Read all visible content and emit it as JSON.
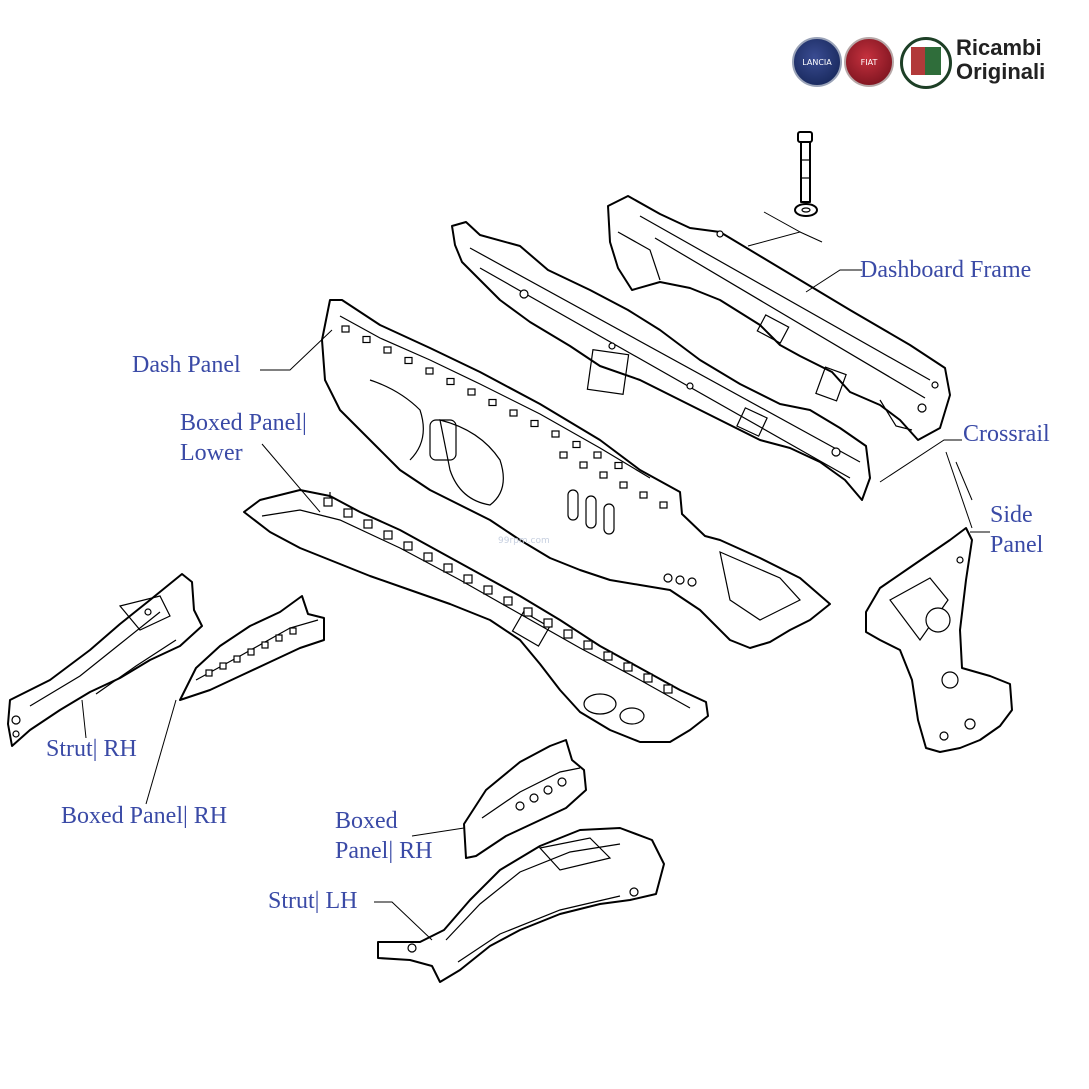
{
  "brand": {
    "badges": [
      "lancia-badge-icon",
      "fiat-badge-icon",
      "alfa-romeo-badge-icon"
    ],
    "badge_text": {
      "lancia": "LANCIA",
      "fiat": "FIAT"
    },
    "line1": "Ricambi",
    "line2": "Originali"
  },
  "labels": {
    "dashboard_frame": "Dashboard Frame",
    "dash_panel": "Dash Panel",
    "crossrail": "Crossrail",
    "boxed_panel_lower_1": "Boxed Panel|",
    "boxed_panel_lower_2": "Lower",
    "side_panel_1": "Side",
    "side_panel_2": "Panel",
    "strut_rh": "Strut| RH",
    "boxed_panel_rh_left": "Boxed Panel| RH",
    "boxed_panel_rh_mid_1": "Boxed",
    "boxed_panel_rh_mid_2": "Panel| RH",
    "strut_lh": "Strut| LH"
  },
  "watermark": "99rpm.com",
  "colors": {
    "label": "#3a4aa6",
    "line": "#000000",
    "background": "#ffffff"
  }
}
